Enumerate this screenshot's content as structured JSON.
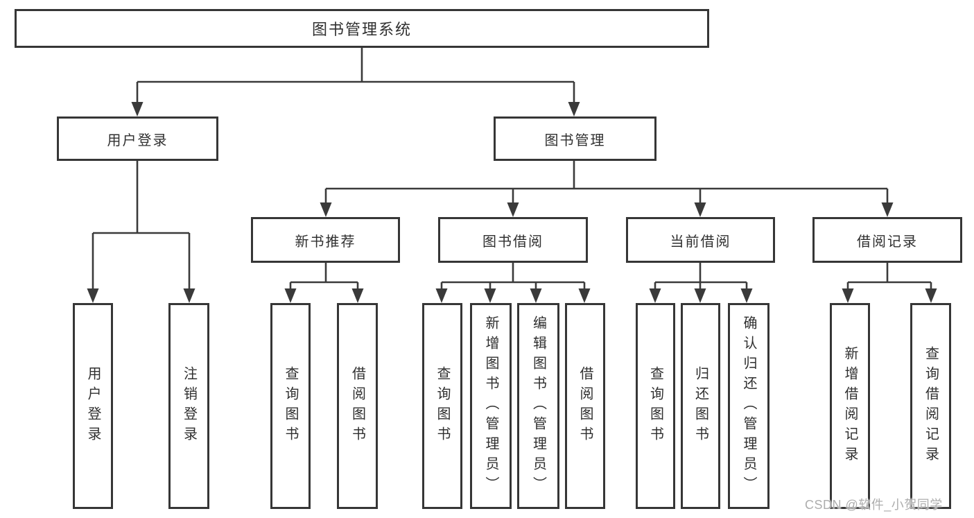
{
  "title": "图书管理系统",
  "tree": {
    "label": "图书管理系统",
    "children": [
      {
        "label": "用户登录",
        "children": [
          {
            "label": "用户登录"
          },
          {
            "label": "注销登录"
          }
        ]
      },
      {
        "label": "图书管理",
        "children": [
          {
            "label": "新书推荐",
            "children": [
              {
                "label": "查询图书"
              },
              {
                "label": "借阅图书"
              }
            ]
          },
          {
            "label": "图书借阅",
            "children": [
              {
                "label": "查询图书"
              },
              {
                "label": "新增图书（管理员）"
              },
              {
                "label": "编辑图书（管理员）"
              },
              {
                "label": "借阅图书"
              }
            ]
          },
          {
            "label": "当前借阅",
            "children": [
              {
                "label": "查询图书"
              },
              {
                "label": "归还图书"
              },
              {
                "label": "确认归还（管理员）"
              }
            ]
          },
          {
            "label": "借阅记录",
            "children": [
              {
                "label": "新增借阅记录"
              },
              {
                "label": "查询借阅记录"
              }
            ]
          }
        ]
      }
    ]
  },
  "watermark": {
    "text": "CSDN @软件_小贺同学"
  },
  "colors": {
    "background": "#ffffff",
    "box_border": "#363636",
    "connector_line": "#3a3a3a",
    "text": "#2f2f2f",
    "watermark": "#adadad"
  }
}
